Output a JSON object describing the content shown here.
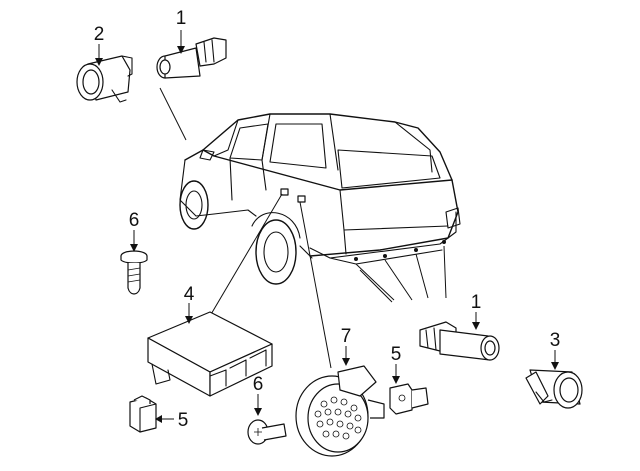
{
  "diagram": {
    "callouts": [
      {
        "id": "callout-1-top",
        "label": "1"
      },
      {
        "id": "callout-2",
        "label": "2"
      },
      {
        "id": "callout-6-left",
        "label": "6"
      },
      {
        "id": "callout-4",
        "label": "4"
      },
      {
        "id": "callout-5-left",
        "label": "5"
      },
      {
        "id": "callout-6-bottom",
        "label": "6"
      },
      {
        "id": "callout-7",
        "label": "7"
      },
      {
        "id": "callout-5-right",
        "label": "5"
      },
      {
        "id": "callout-1-right",
        "label": "1"
      },
      {
        "id": "callout-3",
        "label": "3"
      }
    ],
    "parts": [
      {
        "number": "1",
        "name": "parking-sensor-icon"
      },
      {
        "number": "2",
        "name": "sensor-bezel-icon"
      },
      {
        "number": "3",
        "name": "sensor-retainer-icon"
      },
      {
        "number": "4",
        "name": "control-module-icon"
      },
      {
        "number": "5",
        "name": "clip-icon"
      },
      {
        "number": "6",
        "name": "screw-icon"
      },
      {
        "number": "7",
        "name": "alarm-speaker-icon"
      }
    ]
  }
}
